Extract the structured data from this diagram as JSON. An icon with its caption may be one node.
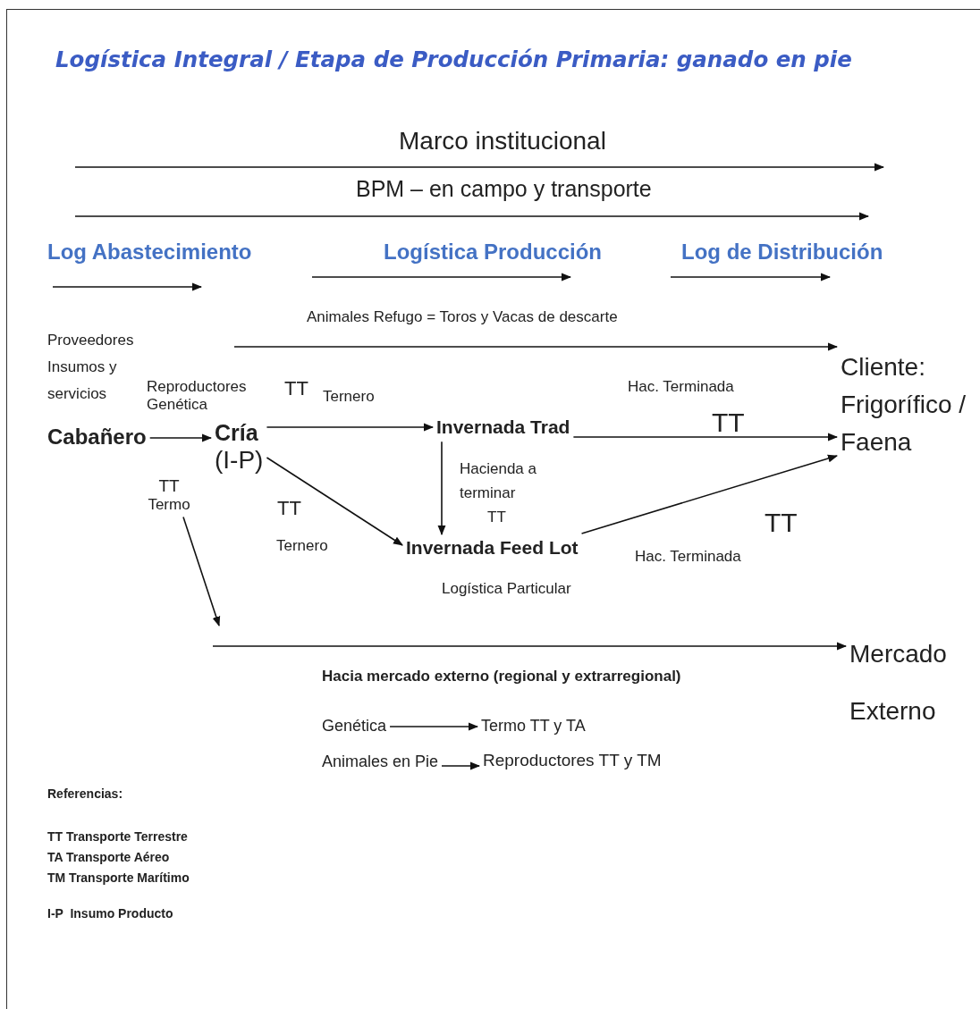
{
  "diagram": {
    "title": "Logística Integral / Etapa de Producción Primaria: ganado en pie",
    "nodes": [
      {
        "text": [
          "Cliente: Frigorífico / Faena"
        ]
      },
      {
        "text": [
          "Invernada Trad"
        ]
      },
      {
        "text": [
          "Cabañero"
        ]
      },
      {
        "text": [
          "Cría",
          "(I-P)"
        ]
      },
      {
        "text": [
          "TT",
          "Termo"
        ]
      },
      {
        "text": [
          "Invernada Feed Lot"
        ]
      },
      {
        "text": [
          "Mercado Externo"
        ]
      },
      {
        "text": [
          "Genética"
        ]
      },
      {
        "text": [
          "Termo TT y TA"
        ]
      },
      {
        "text": [
          "Animales en Pie"
        ]
      },
      {
        "text": [
          "Reproductores TT y TM"
        ]
      }
    ],
    "edges": [
      {
        "from": 2,
        "to": 3,
        "arrow": "to"
      },
      {
        "from": 3,
        "to": 1,
        "arrow": "to"
      },
      {
        "from": 3,
        "to": 5,
        "arrow": "to"
      },
      {
        "from": 1,
        "to": 5,
        "arrow": "to"
      },
      {
        "from": 1,
        "to": 0,
        "arrow": "to"
      },
      {
        "from": 5,
        "to": 0,
        "arrow": "to"
      },
      {
        "from": null,
        "to": 0,
        "arrow": "to"
      },
      {
        "from": null,
        "to": 6,
        "arrow": "to"
      },
      {
        "from": 4,
        "to": null,
        "arrow": "to"
      },
      {
        "from": 7,
        "to": 8,
        "arrow": "to"
      },
      {
        "from": 9,
        "to": 10,
        "arrow": "to"
      }
    ],
    "labels": [
      "Marco institucional",
      "BPM – en campo y transporte",
      "Log Abastecimiento",
      "Logística Producción",
      "Log de Distribución",
      "Animales Refugo = Toros y Vacas de descarte",
      "Proveedores Insumos y servicios",
      "Reproductores Genética",
      "TT",
      "Ternero",
      "Hac. Terminada",
      "TT",
      "Hacienda a terminar",
      "TT",
      "TT",
      "Ternero",
      "Logística Particular",
      "TT",
      "Hac. Terminada",
      "Hacia mercado externo (regional y extrarregional)",
      "Referencias:",
      "TT Transporte Terrestre",
      "TA Transporte Aéreo",
      "TM Transporte Marítimo",
      "I-P  Insumo Producto"
    ]
  }
}
